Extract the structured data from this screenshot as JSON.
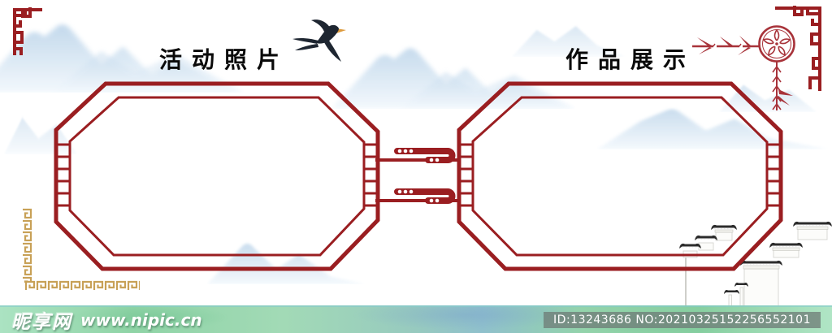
{
  "titles": {
    "left": "活动照片",
    "right": "作品展示"
  },
  "watermark": {
    "site_name": "昵享网",
    "site_url": "www.nipic.cn",
    "id_text": "ID:13243686 NO:20210325152256552101"
  },
  "colors": {
    "frame_red": "#9a1e21",
    "bamboo_red": "#a8333a",
    "gold": "#c8a157",
    "mountain_blue": "#bdd5ea",
    "bar_green": "#93d5ab",
    "swallow_black": "#1e2631",
    "beak_orange": "#dd9a3c"
  },
  "icons": {
    "swallow": "swallow-icon",
    "bamboo_branch": "bamboo-branch-icon",
    "papercut_medallion": "papercut-medallion-icon",
    "corner_fret_top_left": "corner-fret-icon",
    "corner_fret_top_right": "corner-fret-icon",
    "greek_key_border": "greek-key-border-icon",
    "huizhou_wall": "huizhou-wall-icon",
    "cloud_scroll_connector": "cloud-scroll-connector-icon",
    "mountain_wash": "ink-mountain-icon"
  }
}
